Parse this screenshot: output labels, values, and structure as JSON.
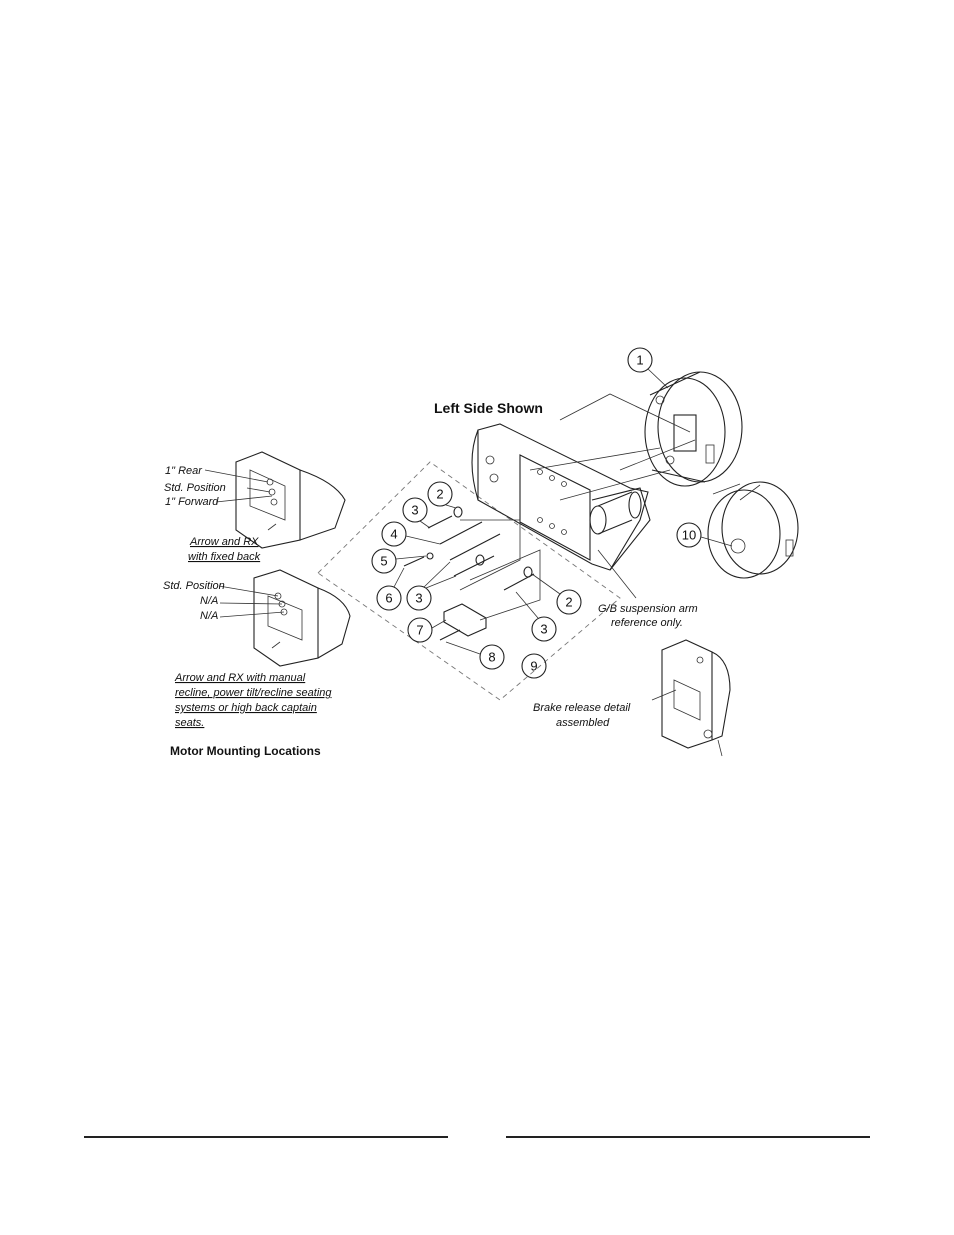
{
  "title": "Left Side Shown",
  "mounting_title": "Motor Mounting Locations",
  "fixed_back": {
    "positions": [
      "1\" Rear",
      "Std. Position",
      "1\" Forward"
    ],
    "caption_lines": [
      "Arrow and RX",
      "with fixed back"
    ]
  },
  "manual_recline": {
    "positions": [
      "Std. Position",
      "N/A",
      "N/A"
    ],
    "caption_lines": [
      "Arrow and RX with manual",
      "recline, power tilt/recline seating",
      "systems or high back captain",
      "seats."
    ]
  },
  "suspension_note": [
    "G/B suspension arm",
    "reference only."
  ],
  "brake_note": [
    "Brake release detail",
    "assembled"
  ],
  "callouts": [
    {
      "id": "c1",
      "label": "1"
    },
    {
      "id": "c2a",
      "label": "2"
    },
    {
      "id": "c3a",
      "label": "3"
    },
    {
      "id": "c4",
      "label": "4"
    },
    {
      "id": "c5",
      "label": "5"
    },
    {
      "id": "c6",
      "label": "6"
    },
    {
      "id": "c3b",
      "label": "3"
    },
    {
      "id": "c2b",
      "label": "2"
    },
    {
      "id": "c3c",
      "label": "3"
    },
    {
      "id": "c7",
      "label": "7"
    },
    {
      "id": "c8",
      "label": "8"
    },
    {
      "id": "c9",
      "label": "9"
    },
    {
      "id": "c10",
      "label": "10"
    }
  ]
}
